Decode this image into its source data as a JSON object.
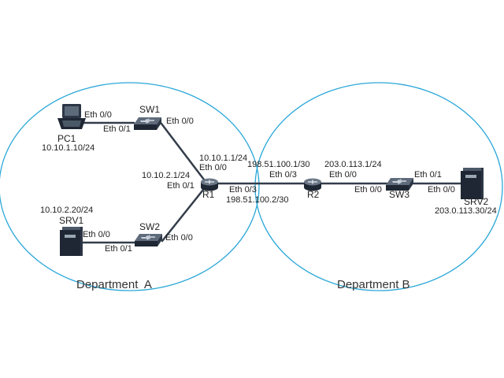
{
  "colors": {
    "zone_outline": "#2aa7d8",
    "link": "#333d4a",
    "device_dark": "#1e2733",
    "device_mid": "#3a4656"
  },
  "zones": {
    "a": {
      "label": "Department  A"
    },
    "b": {
      "label": "Department B"
    }
  },
  "devices": {
    "pc1": {
      "name": "PC1",
      "ip": "10.10.1.10/24",
      "icon": "laptop-icon"
    },
    "srv1": {
      "name": "SRV1",
      "ip": "10.10.2.20/24",
      "icon": "server-icon"
    },
    "sw1": {
      "name": "SW1",
      "icon": "switch-icon"
    },
    "sw2": {
      "name": "SW2",
      "icon": "switch-icon"
    },
    "r1": {
      "name": "R1",
      "icon": "router-icon"
    },
    "r2": {
      "name": "R2",
      "icon": "router-icon"
    },
    "sw3": {
      "name": "SW3",
      "icon": "switch-icon"
    },
    "srv2": {
      "name": "SRV2",
      "ip": "203.0.113.30/24",
      "icon": "server-icon"
    }
  },
  "interfaces": {
    "pc1_eth00": "Eth 0/0",
    "sw1_eth01": "Eth 0/1",
    "sw1_eth00": "Eth 0/0",
    "r1_eth00": "Eth 0/0",
    "r1_eth00_ip": "10.10.1.1/24",
    "r1_eth01": "Eth 0/1",
    "r1_eth01_ip": "10.10.2.1/24",
    "r1_eth03": "Eth 0/3",
    "r1_eth03_ip": "198.51.100.2/30",
    "srv1_eth00": "Eth 0/0",
    "sw2_eth01": "Eth 0/1",
    "sw2_eth00": "Eth 0/0",
    "r2_eth03": "Eth 0/3",
    "r2_eth03_ip": "198.51.100.1/30",
    "r2_eth00": "Eth 0/0",
    "r2_eth00_ip": "203.0.113.1/24",
    "sw3_eth00": "Eth 0/0",
    "sw3_eth01": "Eth 0/1",
    "srv2_eth00": "Eth 0/0"
  }
}
